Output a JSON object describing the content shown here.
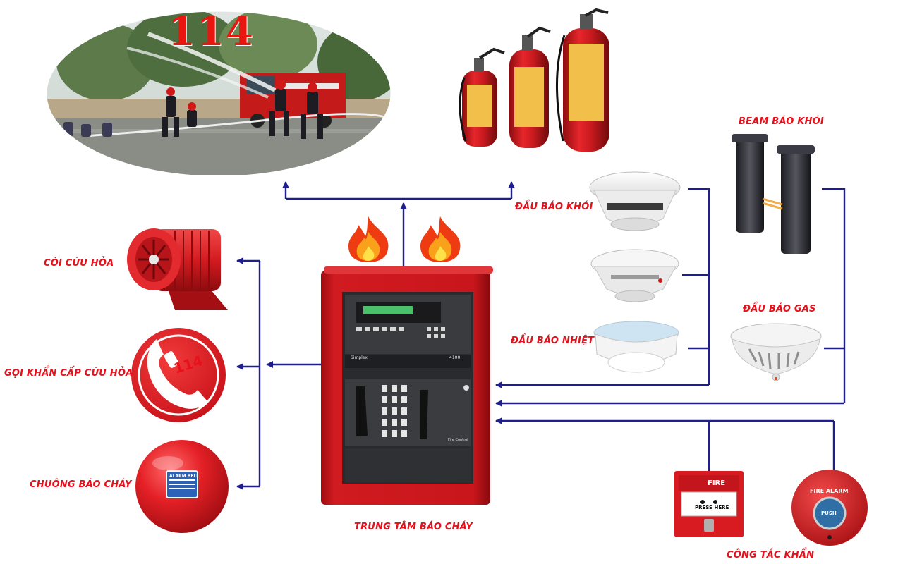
{
  "scene": {
    "emergency_number": "114"
  },
  "labels": {
    "siren": "CÒI CỨU HỎA",
    "emergency_call": "GỌI KHẨN CẤP CỨU HỎA",
    "bell": "CHUÔNG BÁO CHÁY",
    "panel": "TRUNG TÂM BÁO CHÁY",
    "smoke_detector": "ĐẦU BÁO KHÓI",
    "heat_detector": "ĐẦU BÁO NHIỆT",
    "beam_smoke": "BEAM BÁO KHÓI",
    "gas_detector": "ĐẦU BÁO GAS",
    "manual_switch": "CÔNG TẮC KHẨN"
  },
  "devices": {
    "phone_number": "114",
    "bell_badge": "ALARM BELL",
    "panel_brand": "Simplex",
    "panel_model": "4100",
    "panel_caption": "Fire Control",
    "call_point_title": "FIRE",
    "call_point_text": "PRESS HERE",
    "fire_alarm_title": "FIRE ALARM",
    "fire_alarm_button": "PUSH"
  },
  "colors": {
    "label_red": "#e8101a",
    "wire_blue": "#1e1e8c",
    "panel_red": "#c8161c"
  }
}
